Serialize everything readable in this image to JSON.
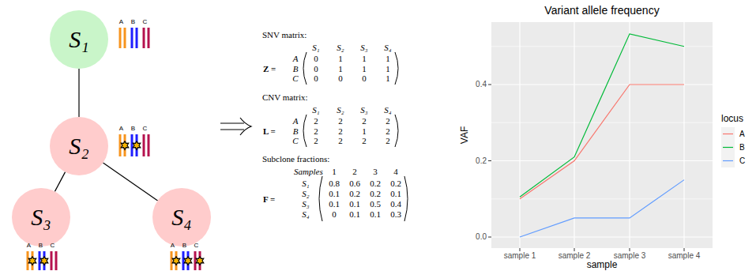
{
  "diagram": {
    "nodes": [
      {
        "text": [
          "S₁"
        ]
      },
      {
        "text": [
          "S₂"
        ]
      },
      {
        "text": [
          "S₃"
        ]
      },
      {
        "text": [
          "S₄"
        ]
      }
    ],
    "edges": [
      {
        "from": 0,
        "to": 1,
        "arrow": "none"
      },
      {
        "from": 1,
        "to": 2,
        "arrow": "none"
      },
      {
        "from": 1,
        "to": 3,
        "arrow": "none"
      }
    ],
    "labels": [
      "A",
      "B",
      "C",
      "A",
      "B",
      "C",
      "A",
      "B",
      "C",
      "A",
      "B",
      "C",
      "SNV matrix:",
      "S₁",
      "S₂",
      "S₃",
      "S₄",
      "A",
      "0",
      "1",
      "1",
      "1",
      "B",
      "0",
      "1",
      "1",
      "1",
      "C",
      "0",
      "0",
      "0",
      "1",
      "Z =",
      "CNV matrix:",
      "S₁",
      "S₂",
      "S₃",
      "S₄",
      "A",
      "2",
      "2",
      "2",
      "2",
      "B",
      "2",
      "2",
      "1",
      "2",
      "C",
      "2",
      "2",
      "2",
      "2",
      "L =",
      "Subclone fractions:",
      "Samples",
      "1",
      "2",
      "3",
      "4",
      "S₁",
      "0.8",
      "0.6",
      "0.2",
      "0.2",
      "S₂",
      "0.1",
      "0.2",
      "0.2",
      "0.1",
      "S₃",
      "0.1",
      "0.1",
      "0.5",
      "0.4",
      "S₄",
      "0",
      "0.1",
      "0.1",
      "0.3",
      "F =",
      "Variant allele frequency",
      "VAF",
      "sample",
      "0.0",
      "0.2",
      "0.4",
      "sample 1",
      "sample 2",
      "sample 3",
      "sample 4",
      "locus"
    ],
    "legend": [
      {
        "text": "A"
      },
      {
        "text": "B"
      },
      {
        "text": "C"
      }
    ]
  }
}
